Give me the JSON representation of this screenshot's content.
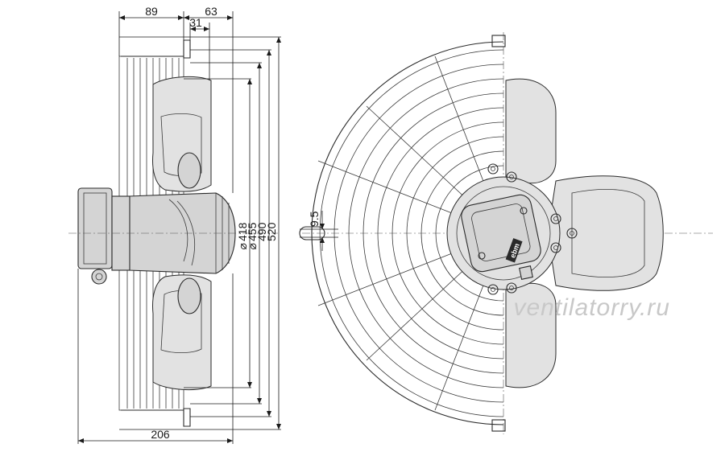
{
  "dimensions": {
    "top_89": "89",
    "top_63": "63",
    "top_31": "31",
    "bottom_206": "206",
    "dia_418": "418",
    "dia_455": "455",
    "dia_490": "490",
    "dia_520": "520",
    "slot_9_5": "9.5",
    "dia_symbol": "⌀"
  },
  "label_plate": "ebm",
  "watermark": "ventilatorry.ru",
  "colors": {
    "line": "#2a2a2a",
    "fill_grey": "#d4d4d4",
    "watermark": "#c8c8c8"
  }
}
